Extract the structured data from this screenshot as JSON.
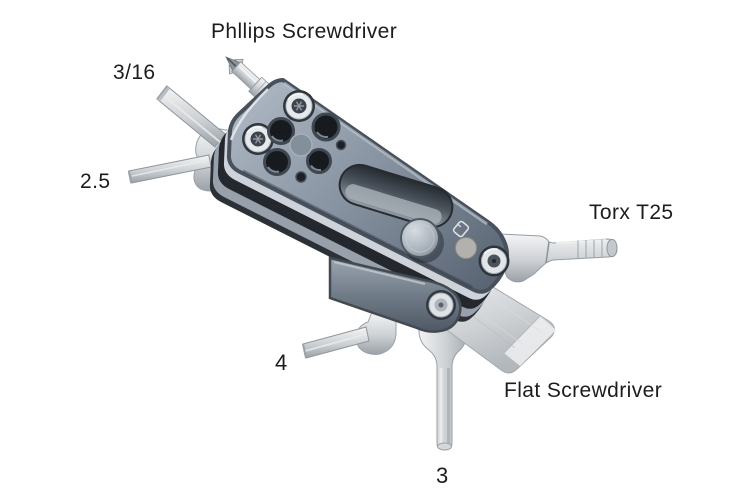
{
  "figure": {
    "type": "annotated-product-photo",
    "subject": "folding pocket multi-tool with fold-out bits and hex keys",
    "background": "#ffffff"
  },
  "labels": {
    "phillips": "Phllips Screwdriver",
    "hex_3_16": "3/16",
    "hex_2_5": "2.5",
    "torx_t25": "Torx T25",
    "hex_4": "4",
    "flat": "Flat Screwdriver",
    "hex_3": "3"
  },
  "colors": {
    "label_text": "#1c1c1c",
    "body_metal": "#8692a0",
    "body_edge": "#49515d",
    "steel_light": "#f2f3f4",
    "steel_mid": "#c7cbcf",
    "steel_dark": "#9aa0a7",
    "under_layer_dark": "#24282e",
    "knob_face": "#aab3bc"
  }
}
